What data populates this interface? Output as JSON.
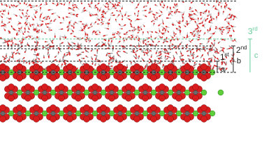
{
  "figure": {
    "layers": [
      {
        "id": "first",
        "number": "1",
        "suffix": "st",
        "letter": "a",
        "color": "#1e1e1e"
      },
      {
        "id": "second",
        "number": "2",
        "suffix": "nd",
        "letter": "b",
        "color": "#1e1e1e"
      },
      {
        "id": "third",
        "number": "3",
        "suffix": "rd",
        "letter": "c",
        "color": "#66cc99"
      }
    ],
    "colors": {
      "oxygen": "#d71d1d",
      "hydrogen": "#e6e6e6",
      "calcium": "#5ecf3b",
      "carbon": "#6a6a6a",
      "dashed_line": "#222222",
      "third_layer_line": "#66cc99"
    },
    "crystal_rows": 3,
    "bulk_water": "water molecules"
  }
}
